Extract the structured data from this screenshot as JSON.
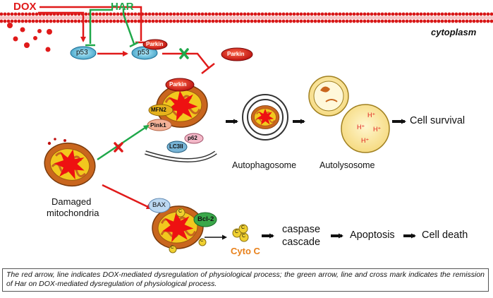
{
  "labels": {
    "dox": "DOX",
    "har": "HAR",
    "cytoplasm": "cytoplasm",
    "p53_a": "p53",
    "p53_b": "p53",
    "parkin_on_p53": "Parkin",
    "parkin_free": "Parkin",
    "parkin_mito": "Parkin",
    "mfn2": "MFN2",
    "pink1": "Pink1",
    "p62": "p62",
    "lc3ii": "LC3II",
    "autophagosome": "Autophagosome",
    "autolysosome": "Autolysosome",
    "h_plus": "H⁺",
    "cell_survival": "Cell survival",
    "damaged_line1": "Damaged",
    "damaged_line2": "mitochondria",
    "bax": "BAX",
    "bcl2": "Bcl-2",
    "c": "C",
    "cyto_c": "Cyto C",
    "caspase_line1": "caspase",
    "caspase_line2": "cascade",
    "apoptosis": "Apoptosis",
    "cell_death": "Cell death"
  },
  "caption": "The red arrow, line indicates DOX-mediated dysregulation of physiological process; the green arrow, line and cross mark indicates the remission of Har on DOX-mediated dysregulation of physiological process.",
  "colors": {
    "membrane": "#d81818",
    "red_arrow": "#e01a1a",
    "green_arrow": "#1fa84a",
    "mito_outer": "#c9661e",
    "mito_inner": "#f2c81e",
    "vesicle": "#fce9a6"
  }
}
